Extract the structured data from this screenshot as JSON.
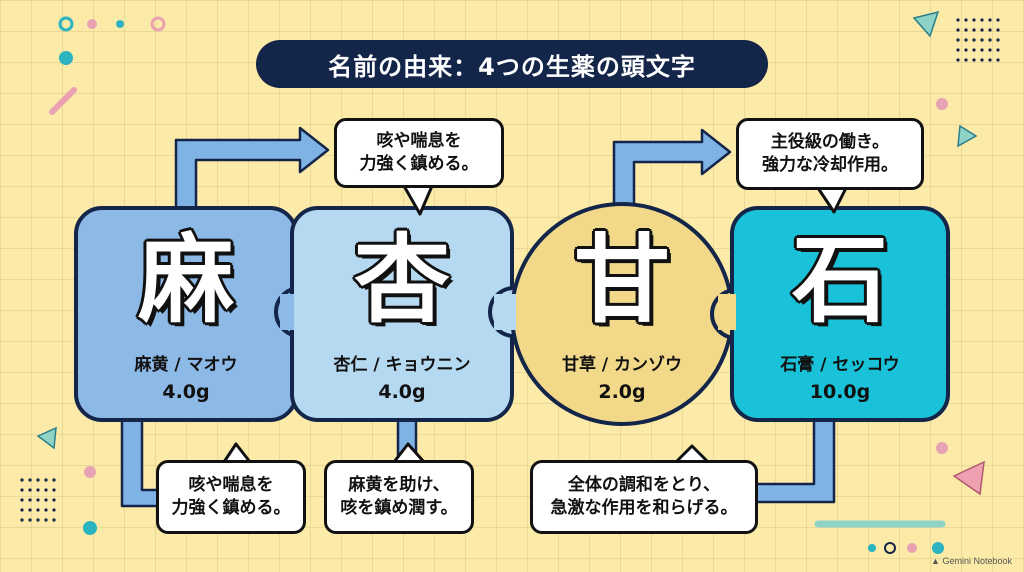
{
  "title": "名前の由来：4つの生薬の頭文字",
  "pieces": [
    {
      "kanji": "麻",
      "name": "麻黄 / マオウ",
      "dose": "4.0g",
      "color": "#8cb9e6"
    },
    {
      "kanji": "杏",
      "name": "杏仁 / キョウニン",
      "dose": "4.0g",
      "color": "#b6d9f2"
    },
    {
      "kanji": "甘",
      "name": "甘草 / カンゾウ",
      "dose": "2.0g",
      "color": "#f2d98a"
    },
    {
      "kanji": "石",
      "name": "石膏 / セッコウ",
      "dose": "10.0g",
      "color": "#19c2d8"
    }
  ],
  "bubbles": {
    "top_left": {
      "line1": "咳や喘息を",
      "line2": "力強く鎮める。"
    },
    "top_right": {
      "line1": "主役級の働き。",
      "line2": "強力な冷却作用。"
    },
    "bottom_1": {
      "line1": "咳や喘息を",
      "line2": "力強く鎮める。"
    },
    "bottom_2": {
      "line1": "麻黄を助け、",
      "line2": "咳を鎮め潤す。"
    },
    "bottom_3": {
      "line1": "全体の調和をとり、",
      "line2": "急激な作用を和らげる。"
    }
  },
  "footer": "Gemini Notebook",
  "colors": {
    "title_bg": "#14254a",
    "arrow": "#7fb3e6",
    "background": "#fbeaa8"
  }
}
